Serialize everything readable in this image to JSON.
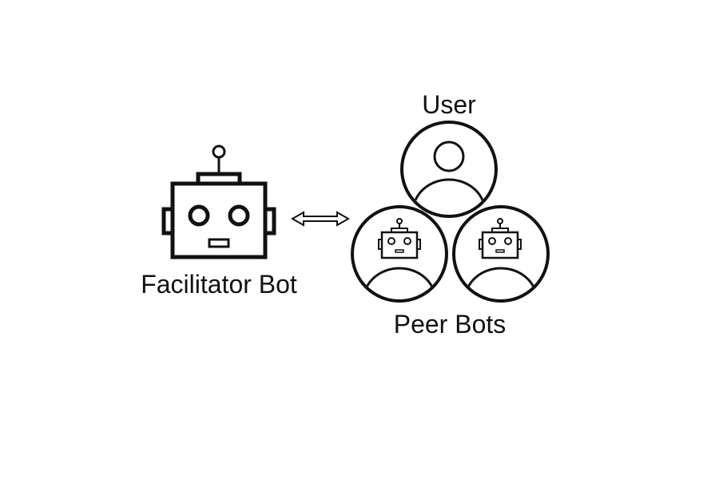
{
  "labels": {
    "facilitator": "Facilitator Bot",
    "user": "User",
    "peers": "Peer Bots"
  },
  "icons": {
    "facilitator": "robot-icon",
    "connector": "double-arrow-icon",
    "user": "user-avatar-icon",
    "peer": "robot-avatar-icon"
  },
  "colors": {
    "stroke": "#111111",
    "background": "#ffffff"
  }
}
